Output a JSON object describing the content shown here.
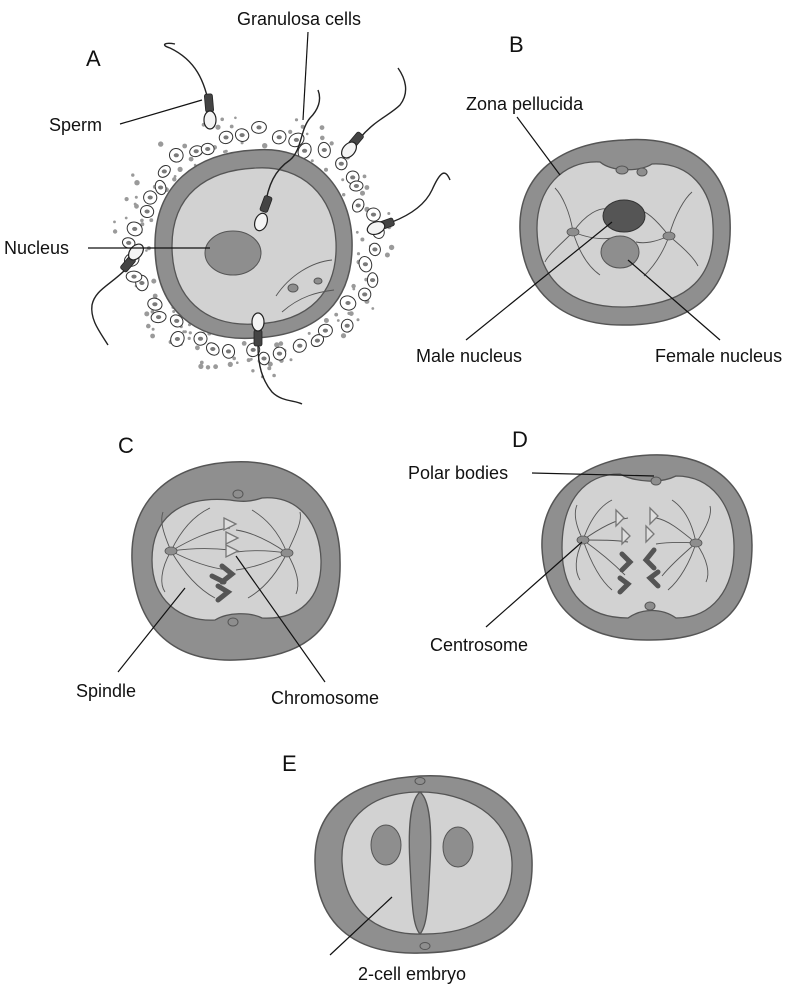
{
  "panels": {
    "A": {
      "letter": "A",
      "labels": {
        "granulosa": "Granulosa cells",
        "sperm": "Sperm",
        "nucleus": "Nucleus"
      }
    },
    "B": {
      "letter": "B",
      "labels": {
        "zona": "Zona pellucida",
        "male": "Male nucleus",
        "female": "Female nucleus"
      }
    },
    "C": {
      "letter": "C",
      "labels": {
        "spindle": "Spindle",
        "chromosome": "Chromosome"
      }
    },
    "D": {
      "letter": "D",
      "labels": {
        "polar": "Polar bodies",
        "centrosome": "Centrosome"
      }
    },
    "E": {
      "letter": "E",
      "labels": {
        "embryo": "2-cell embryo"
      }
    }
  },
  "colors": {
    "zona": "#8f8f8f",
    "cytoplasm": "#d2d2d2",
    "nucleus": "#8e8e8e",
    "male_nucleus": "#555555"
  }
}
